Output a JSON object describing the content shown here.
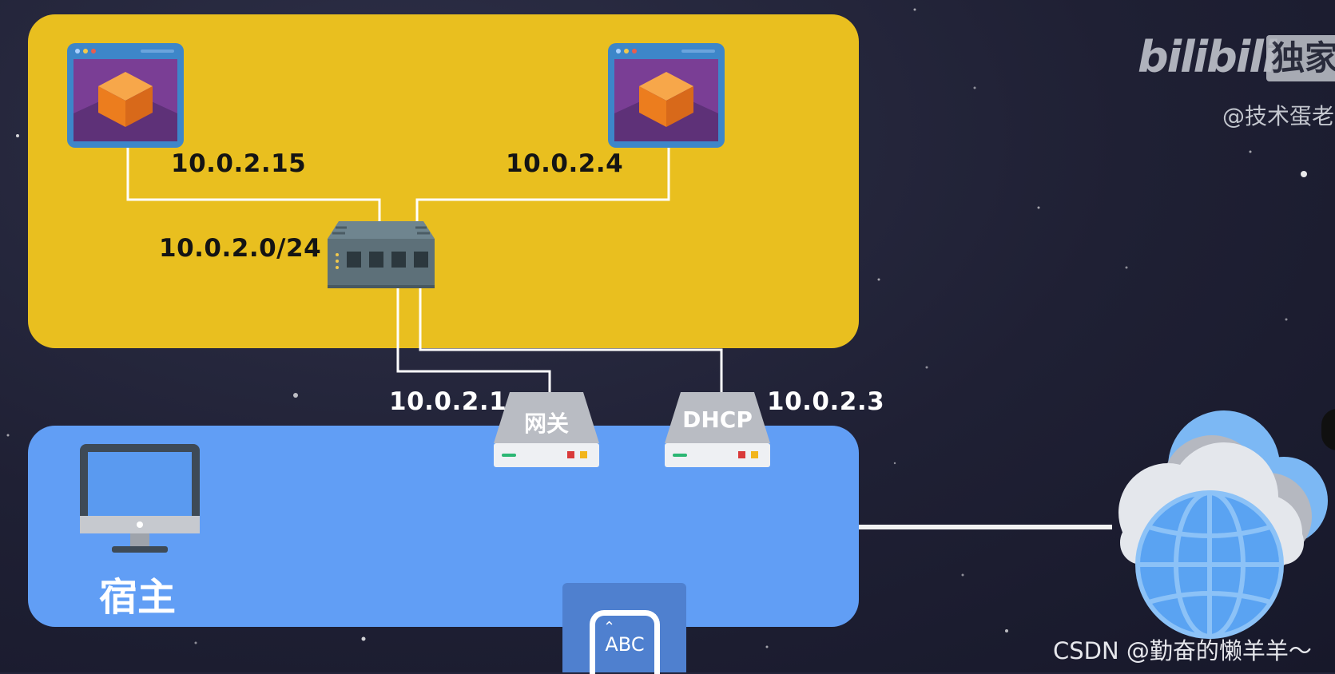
{
  "vm_network": {
    "subnet": "10.0.2.0/24",
    "vms": [
      {
        "ip": "10.0.2.15"
      },
      {
        "ip": "10.0.2.4"
      }
    ]
  },
  "servers": {
    "gateway": {
      "label": "网关",
      "ip": "10.0.2.1"
    },
    "dhcp": {
      "label": "DHCP",
      "ip": "10.0.2.3"
    }
  },
  "host": {
    "label": "宿主"
  },
  "watermarks": {
    "bilibili_exclusive": "独家",
    "uploader": "@技术蛋老",
    "csdn": "CSDN @勤奋的懒羊羊～"
  },
  "ime": {
    "label": "ABC"
  },
  "colors": {
    "vm_network_bg": "#e9bf1f",
    "host_bg": "#619ef5",
    "vm_window_frame": "#3d86c9",
    "vm_window_bg": "#7a3e95",
    "cube": "#f0891f",
    "switch": "#5d7079",
    "server_top": "#b9bcc3",
    "cloud": "#dfe2e8",
    "globe": "#5aa3f2",
    "background": "#23243a"
  },
  "icons": [
    "virtual-machine-icon",
    "network-switch-icon",
    "server-icon",
    "desktop-monitor-icon",
    "internet-cloud-icon",
    "globe-icon",
    "keyboard-ime-icon"
  ]
}
